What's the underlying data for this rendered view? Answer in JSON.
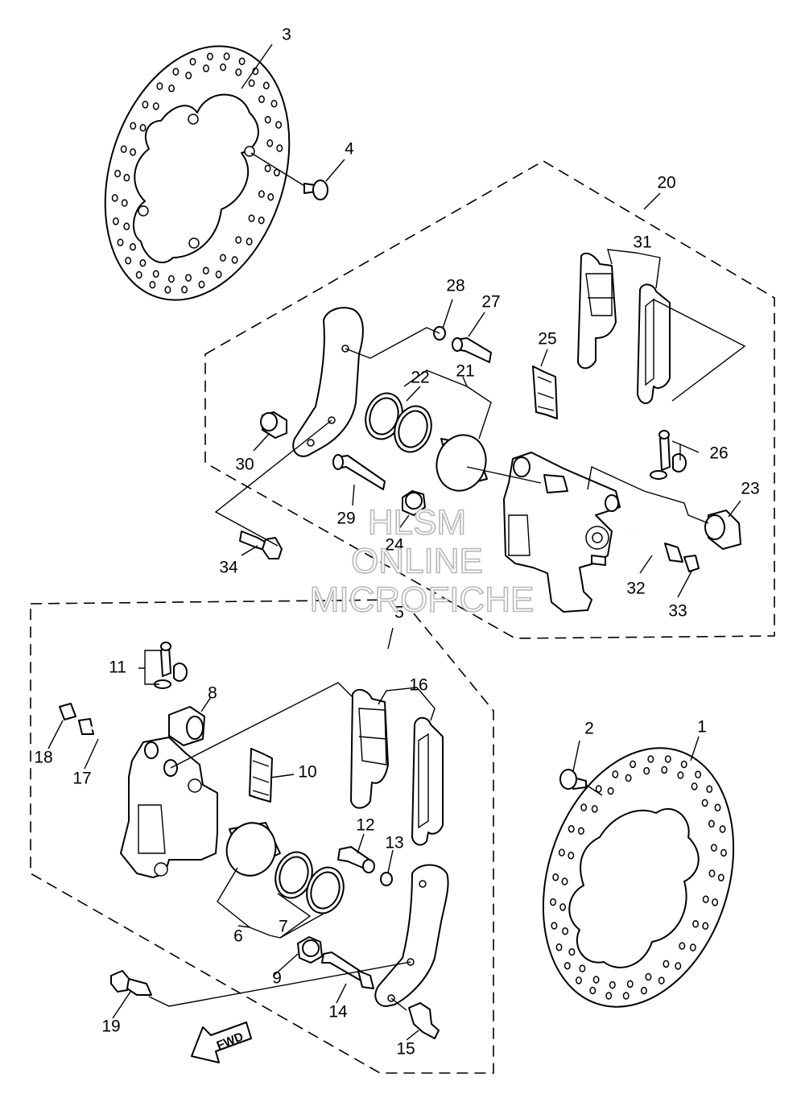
{
  "diagram": {
    "labels": {
      "p1": "1",
      "p2": "2",
      "p3": "3",
      "p4": "4",
      "p5": "5",
      "p6": "6",
      "p7": "7",
      "p8": "8",
      "p9": "9",
      "p10": "10",
      "p11": "11",
      "p12": "12",
      "p13": "13",
      "p14": "14",
      "p15": "15",
      "p16": "16",
      "p17": "17",
      "p18": "18",
      "p19": "19",
      "p20": "20",
      "p21": "21",
      "p22": "22",
      "p23": "23",
      "p24": "24",
      "p25": "25",
      "p26": "26",
      "p27": "27",
      "p28": "28",
      "p29": "29",
      "p30": "30",
      "p31": "31",
      "p32": "32",
      "p33": "33",
      "p34": "34"
    },
    "watermark": {
      "line1": "HLSM",
      "line2": "ONLINE",
      "line3": "MICROFICHE"
    },
    "fwd_arrow": "FWD"
  }
}
